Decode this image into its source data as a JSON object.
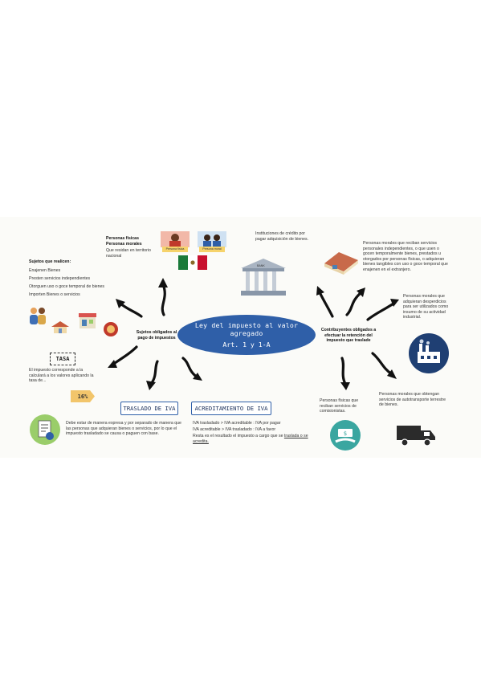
{
  "title": {
    "line1": "Ley del impuesto al valor agregado",
    "line2": "Art. 1 y 1-A"
  },
  "left": {
    "hub": "Sujetos obligados al pago de impuestos",
    "sujetos_heading": "Sujetos que realicen:",
    "sujetos_items": [
      "Enajenen Bienes",
      "Presten servicios independientes",
      "Otorguen uso o goce temporal de bienes",
      "Importen Bienes o servicios"
    ],
    "personas_lines": [
      "Personas físicas",
      "Personas morales",
      "Que residan en territorio nacional"
    ],
    "persona_fisica_label": "Persona física",
    "persona_moral_label": "Persona moral",
    "tasa_label": "TASA",
    "tasa_text": "El impuesto corresponde a la calculará a los valores aplicando la tasa de...",
    "tasa_value": "16%",
    "traslado_title": "TRASLADO DE IVA",
    "traslado_text": "Debe estar de manera expresa y por separado de manera que las personas que adquieran bienes o servicios, por lo que el impuesto trasladado se causa o paguen con base.",
    "acreditamiento_title": "ACREDITAMIENTO DE IVA",
    "acreditamiento_text1": "IVA trasladado > IVA acreditable : IVA por pagar",
    "acreditamiento_text2": "IVA acreditable > IVA trasladado : IVA a favor",
    "acreditamiento_text3": "Resta es el resultado el impuesto a cargo que se ",
    "acreditamiento_text3u": "traslada o se acredita."
  },
  "right": {
    "hub": "Contribuyentes obligados a efectuar la retención del impuesto que traslade",
    "bank_text": "Instituciones de crédito por pagar adquisición de bienes.",
    "bank_label": "BANK",
    "moral_servicios": "Personas morales que reciban servicios personales independientes, o que usen o gocen temporalmente bienes, prestados u otorgados por personas físicas, o adquieran bienes tangibles con uso o goce temporal que enajenen en el extranjero.",
    "moral_desperdicios": "Personas morales que adquieran desperdicios para ser utilizados como insumo de su actividad industrial.",
    "fisicas_texto": "Personas físicas que reciban servicios de comisionistas.",
    "transporte_texto": "Personas morales que obtengan servicios de autotransporte terrestre de bienes."
  },
  "colors": {
    "title_blue": "#2f5fa8",
    "arrow": "#111111",
    "teal": "#3aa6a0",
    "factory_blue": "#1f3f73",
    "tag_gold": "#f2c56b",
    "mexico_green": "#1a7a3a",
    "mexico_red": "#c8102e"
  },
  "icons": [
    "document-icon",
    "bank-icon",
    "house-icon",
    "factory-icon",
    "handshake-money-icon",
    "truck-icon",
    "mexico-flag-icon",
    "people-icon"
  ]
}
